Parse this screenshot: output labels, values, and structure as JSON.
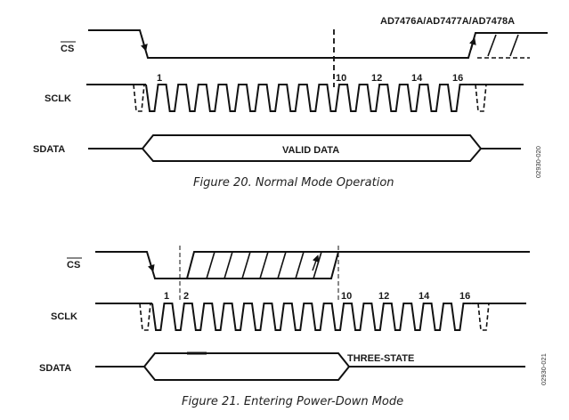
{
  "figures": [
    {
      "id": "fig20",
      "part_label": "AD7476A/AD7477A/AD7478A",
      "signals": {
        "cs": "CS",
        "sclk": "SCLK",
        "sdata": "SDATA"
      },
      "clock_numbers": [
        "1",
        "10",
        "12",
        "14",
        "16"
      ],
      "clock_pulse_count": 16,
      "bus_label": "VALID DATA",
      "caption": "Figure 20. Normal Mode Operation",
      "code": "02930-020"
    },
    {
      "id": "fig21",
      "signals": {
        "cs": "CS",
        "sclk": "SCLK",
        "sdata": "SDATA"
      },
      "clock_numbers": [
        "1",
        "2",
        "10",
        "12",
        "14",
        "16"
      ],
      "clock_pulse_count": 16,
      "bus_label": "THREE-STATE",
      "caption": "Figure 21. Entering Power-Down Mode",
      "code": "02930-021"
    }
  ],
  "colors": {
    "line": "#111111",
    "text": "#1a1a1a",
    "background": "#ffffff"
  }
}
